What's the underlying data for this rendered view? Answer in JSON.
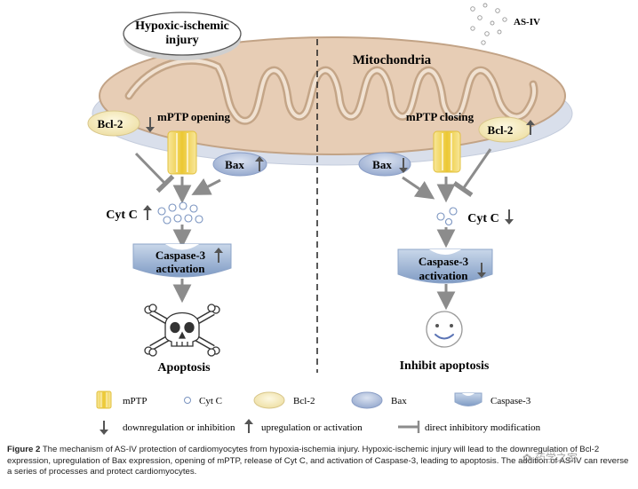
{
  "labels": {
    "injury": [
      "Hypoxic-ischemic",
      "injury"
    ],
    "asiv": "AS-IV",
    "mitochondria": "Mitochondria",
    "mptp_open": "mPTP opening",
    "mptp_close": "mPTP closing",
    "bcl2": "Bcl-2",
    "bax": "Bax",
    "cytc": "Cyt C",
    "caspase": [
      "Caspase-3",
      "activation"
    ],
    "apoptosis": "Apoptosis",
    "inhibit": "Inhibit apoptosis"
  },
  "legend": {
    "mptp": "mPTP",
    "cytc": "Cyt C",
    "bcl2": "Bcl-2",
    "bax": "Bax",
    "caspase": "Caspase-3",
    "down": "downregulation or inhibition",
    "up": "upregulation or activation",
    "inhib": "direct inhibitory modification"
  },
  "caption": {
    "label": "Figure 2",
    "text": " The mechanism of AS-IV protection of cardiomyocytes from hypoxia-ischemia injury. Hypoxic-ischemic injury will lead to the downregulation of Bcl-2 expression, upregulation of Bax expression, opening of mPTP, release of Cyt C, and activation of Caspase-3, leading to apoptosis. The addition of AS-IV can reverse a series of processes and protect cardiomyocytes."
  },
  "watermark": "药学之家",
  "colors": {
    "mito_fill": "#e6ccb4",
    "mito_stroke": "#b8997a",
    "membrane": "#d4dbe8",
    "arrow": "#8c8c8c",
    "mptp": "#f1d453",
    "bcl2": "#f3e8b8",
    "bax": "#a7b8d8"
  }
}
